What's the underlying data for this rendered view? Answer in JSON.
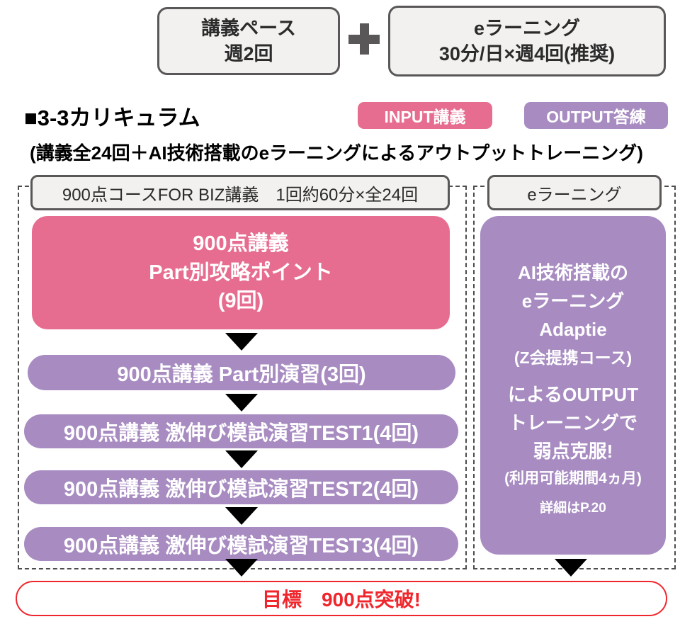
{
  "top": {
    "pace_box": {
      "line1": "講義ペース",
      "line2": "週2回"
    },
    "plus_icon": "plus",
    "elearning_box": {
      "line1": "eラーニング",
      "line2": "30分/日×週4回(推奨)"
    }
  },
  "header": {
    "title": "■3-3カリキュラム",
    "subtitle": "(講義全24回＋AI技術搭載のeラーニングによるアウトプットトレーニング)",
    "badges": [
      {
        "label": "INPUT講義",
        "color": "#e76d90"
      },
      {
        "label": "OUTPUT答練",
        "color": "#a78bc1"
      }
    ]
  },
  "left_column": {
    "header": "900点コースFOR BIZ講義　1回約60分×全24回",
    "main_box": {
      "line1": "900点講義",
      "line2": "Part別攻略ポイント",
      "line3": "(9回)"
    },
    "steps": [
      "900点講義 Part別演習(3回)",
      "900点講義 激伸び模試演習TEST1(4回)",
      "900点講義 激伸び模試演習TEST2(4回)",
      "900点講義 激伸び模試演習TEST3(4回)"
    ]
  },
  "right_column": {
    "header": "eラーニング",
    "box": {
      "line1": "AI技術搭載の",
      "line2": "eラーニング",
      "line3": "Adaptie",
      "line4": "(Z会提携コース)",
      "line5": "によるOUTPUT",
      "line6": "トレーニングで",
      "line7": "弱点克服!",
      "line8": "(利用可能期間4ヵ月)",
      "line9": "詳細はP.20"
    }
  },
  "goal": {
    "label": "目標　900点突破!"
  },
  "colors": {
    "pink": "#e76d90",
    "purple": "#a78bc1",
    "box_fill": "#f2f1ef",
    "box_border": "#595757",
    "red": "#f0262d",
    "arrow": "#000000"
  }
}
